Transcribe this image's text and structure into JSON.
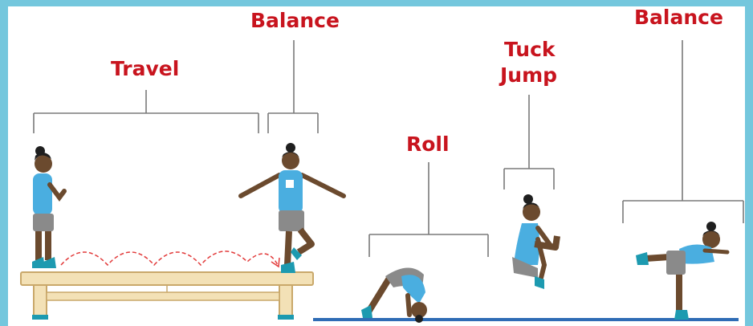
{
  "colors": {
    "border": "#74c7dd",
    "label": "#c8141e",
    "bracket": "#7a7a7a",
    "shirt": "#4aaee0",
    "shorts": "#8a8a8a",
    "skin": "#6b4a2e",
    "hair": "#1f1f1f",
    "shoes": "#1d9ab0",
    "bench": "#f3e1b6",
    "bench_outline": "#c9a86a",
    "floor": "#2f6cb5",
    "arc": "#e23b3b"
  },
  "labels": {
    "travel": "Travel",
    "balance_1": "Balance",
    "roll": "Roll",
    "tuck_jump_line1": "Tuck",
    "tuck_jump_line2": "Jump",
    "balance_2": "Balance"
  }
}
